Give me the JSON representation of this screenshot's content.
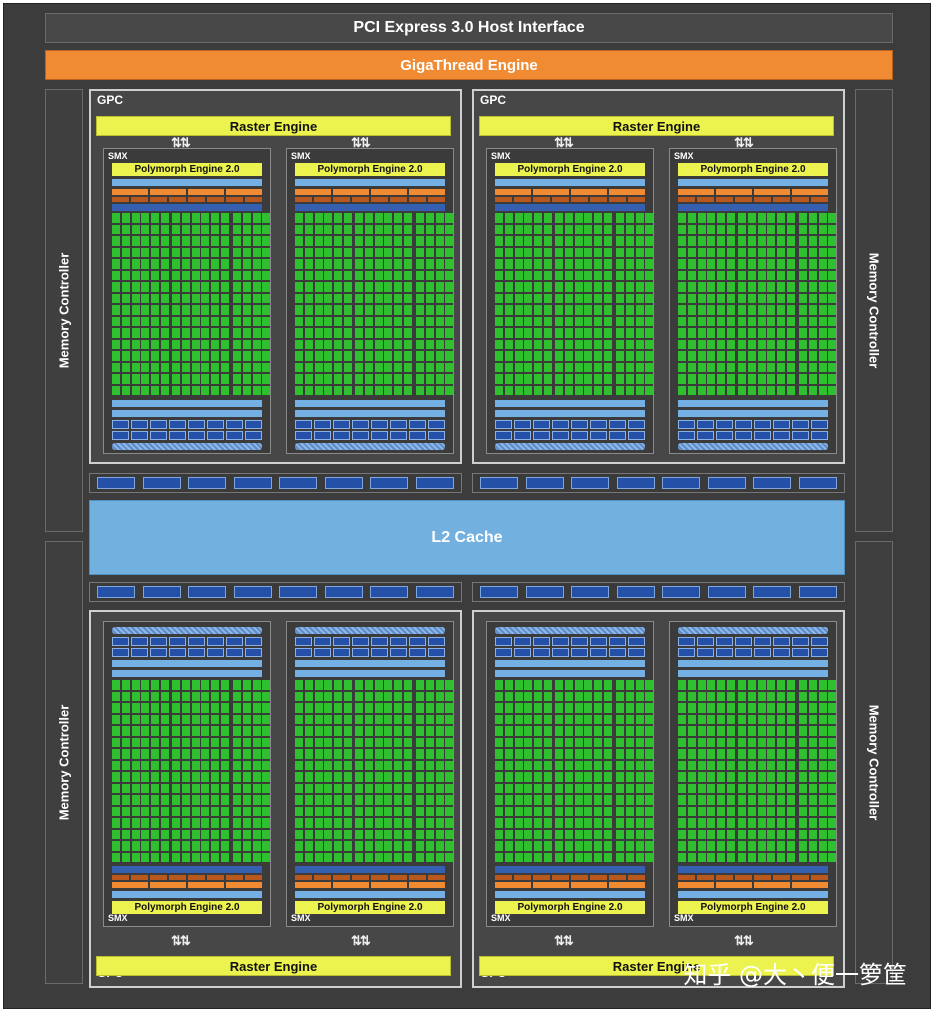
{
  "header": {
    "pci": "PCI Express 3.0 Host Interface",
    "giga": "GigaThread Engine"
  },
  "memory_controller": "Memory Controller",
  "l2_cache": "L2 Cache",
  "gpc_label": "GPC",
  "raster_label": "Raster Engine",
  "smx_label": "SMX",
  "polymorph_label": "Polymorph Engine 2.0",
  "watermark": "知乎 @大丶便一箩筐",
  "colors": {
    "core": "#2fc02f",
    "light_blue": "#74b0e3",
    "dark_blue": "#2450a8",
    "orange": "#f08a33",
    "yellow": "#ecf24e"
  }
}
